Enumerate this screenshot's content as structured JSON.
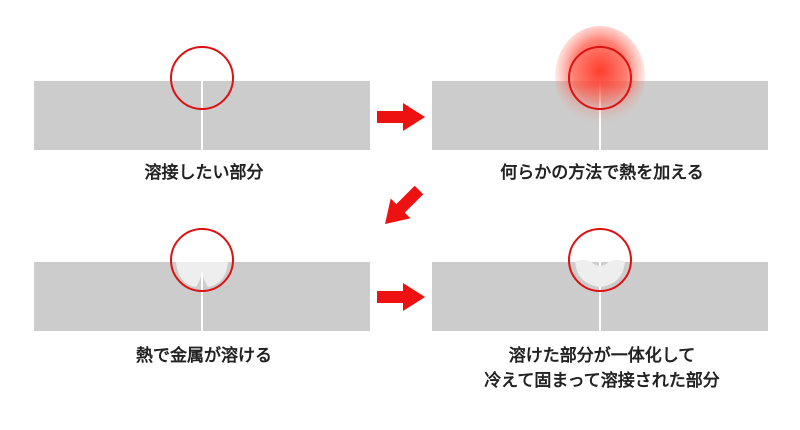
{
  "steps": [
    {
      "caption": "溶接したい部分"
    },
    {
      "caption": "何らかの方法で熱を加える"
    },
    {
      "caption": "熱で金属が溶ける"
    },
    {
      "caption_lines": [
        "溶けた部分が一体化して",
        "冷えて固まって溶接された部分"
      ]
    }
  ],
  "colors": {
    "plate": "#cccccc",
    "seam": "#ffffff",
    "highlight_ring": "#dd1111",
    "arrow": "#ee1111",
    "heat": "#ff4433",
    "molten": "#eeeeee"
  },
  "icons": [
    "arrow-right-icon",
    "arrow-down-left-icon",
    "arrow-right-icon"
  ]
}
